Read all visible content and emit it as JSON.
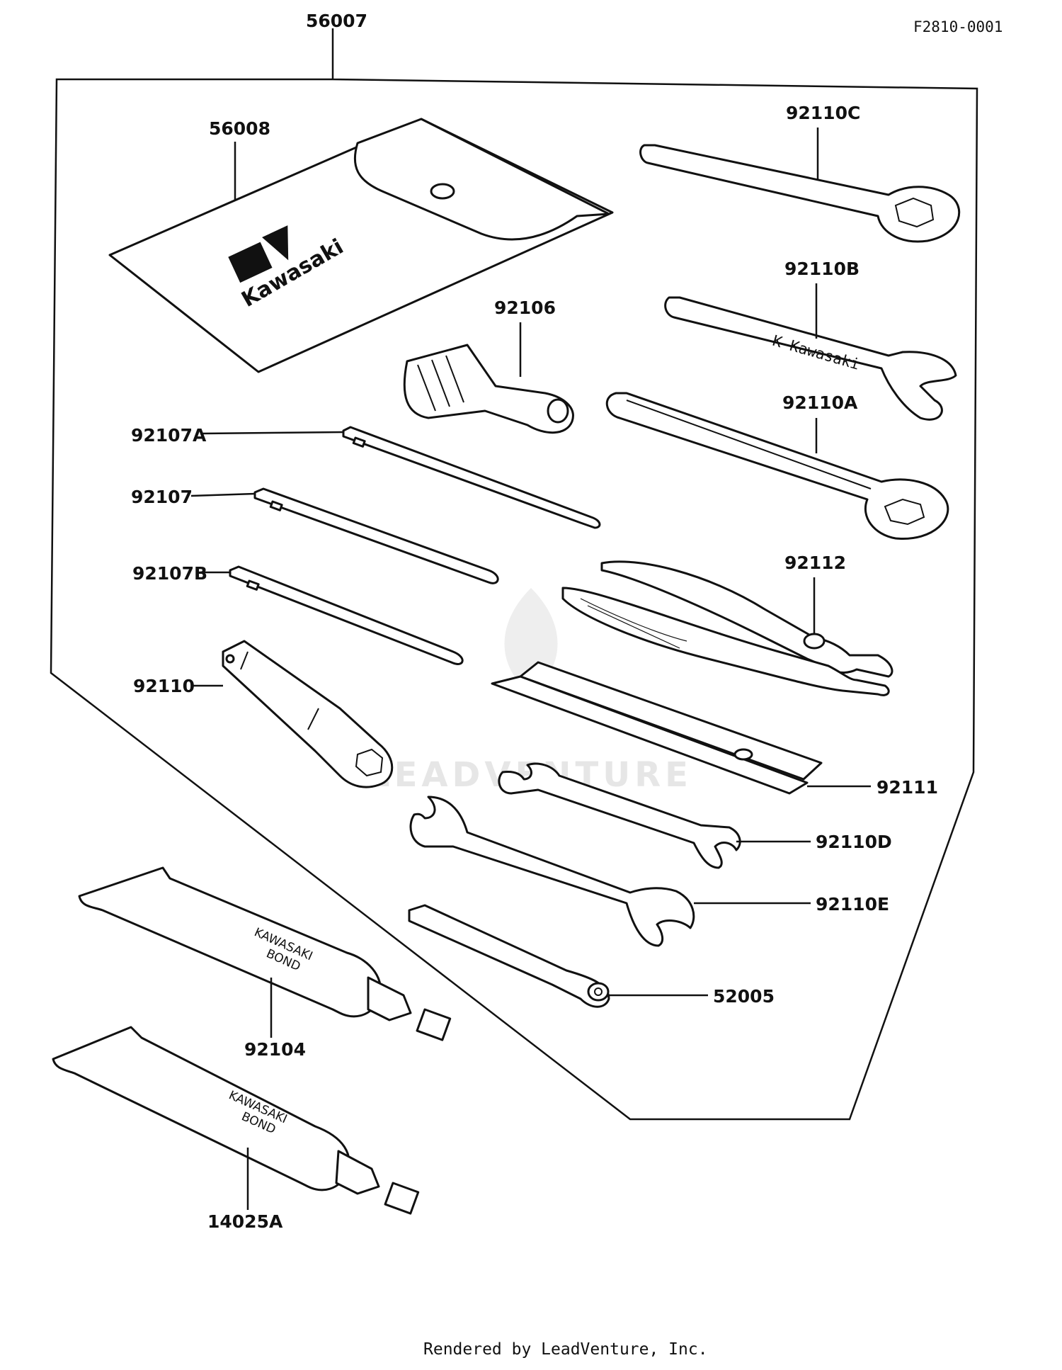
{
  "diagram": {
    "code": "F2810-0001",
    "footer": "Rendered by LeadVenture, Inc.",
    "watermark": "LEADVENTURE",
    "brand_logo_text": "Kawasaki",
    "tube_text": [
      "KAWASAKI",
      "BOND"
    ],
    "parts": {
      "p56007": "56007",
      "p56008": "56008",
      "p92110C": "92110C",
      "p92110B": "92110B",
      "p92106": "92106",
      "p92110A": "92110A",
      "p92107A": "92107A",
      "p92107": "92107",
      "p92107B": "92107B",
      "p92112": "92112",
      "p92110": "92110",
      "p92111": "92111",
      "p92110D": "92110D",
      "p92110E": "92110E",
      "p52005": "52005",
      "p92104": "92104",
      "p14025A": "14025A"
    }
  }
}
